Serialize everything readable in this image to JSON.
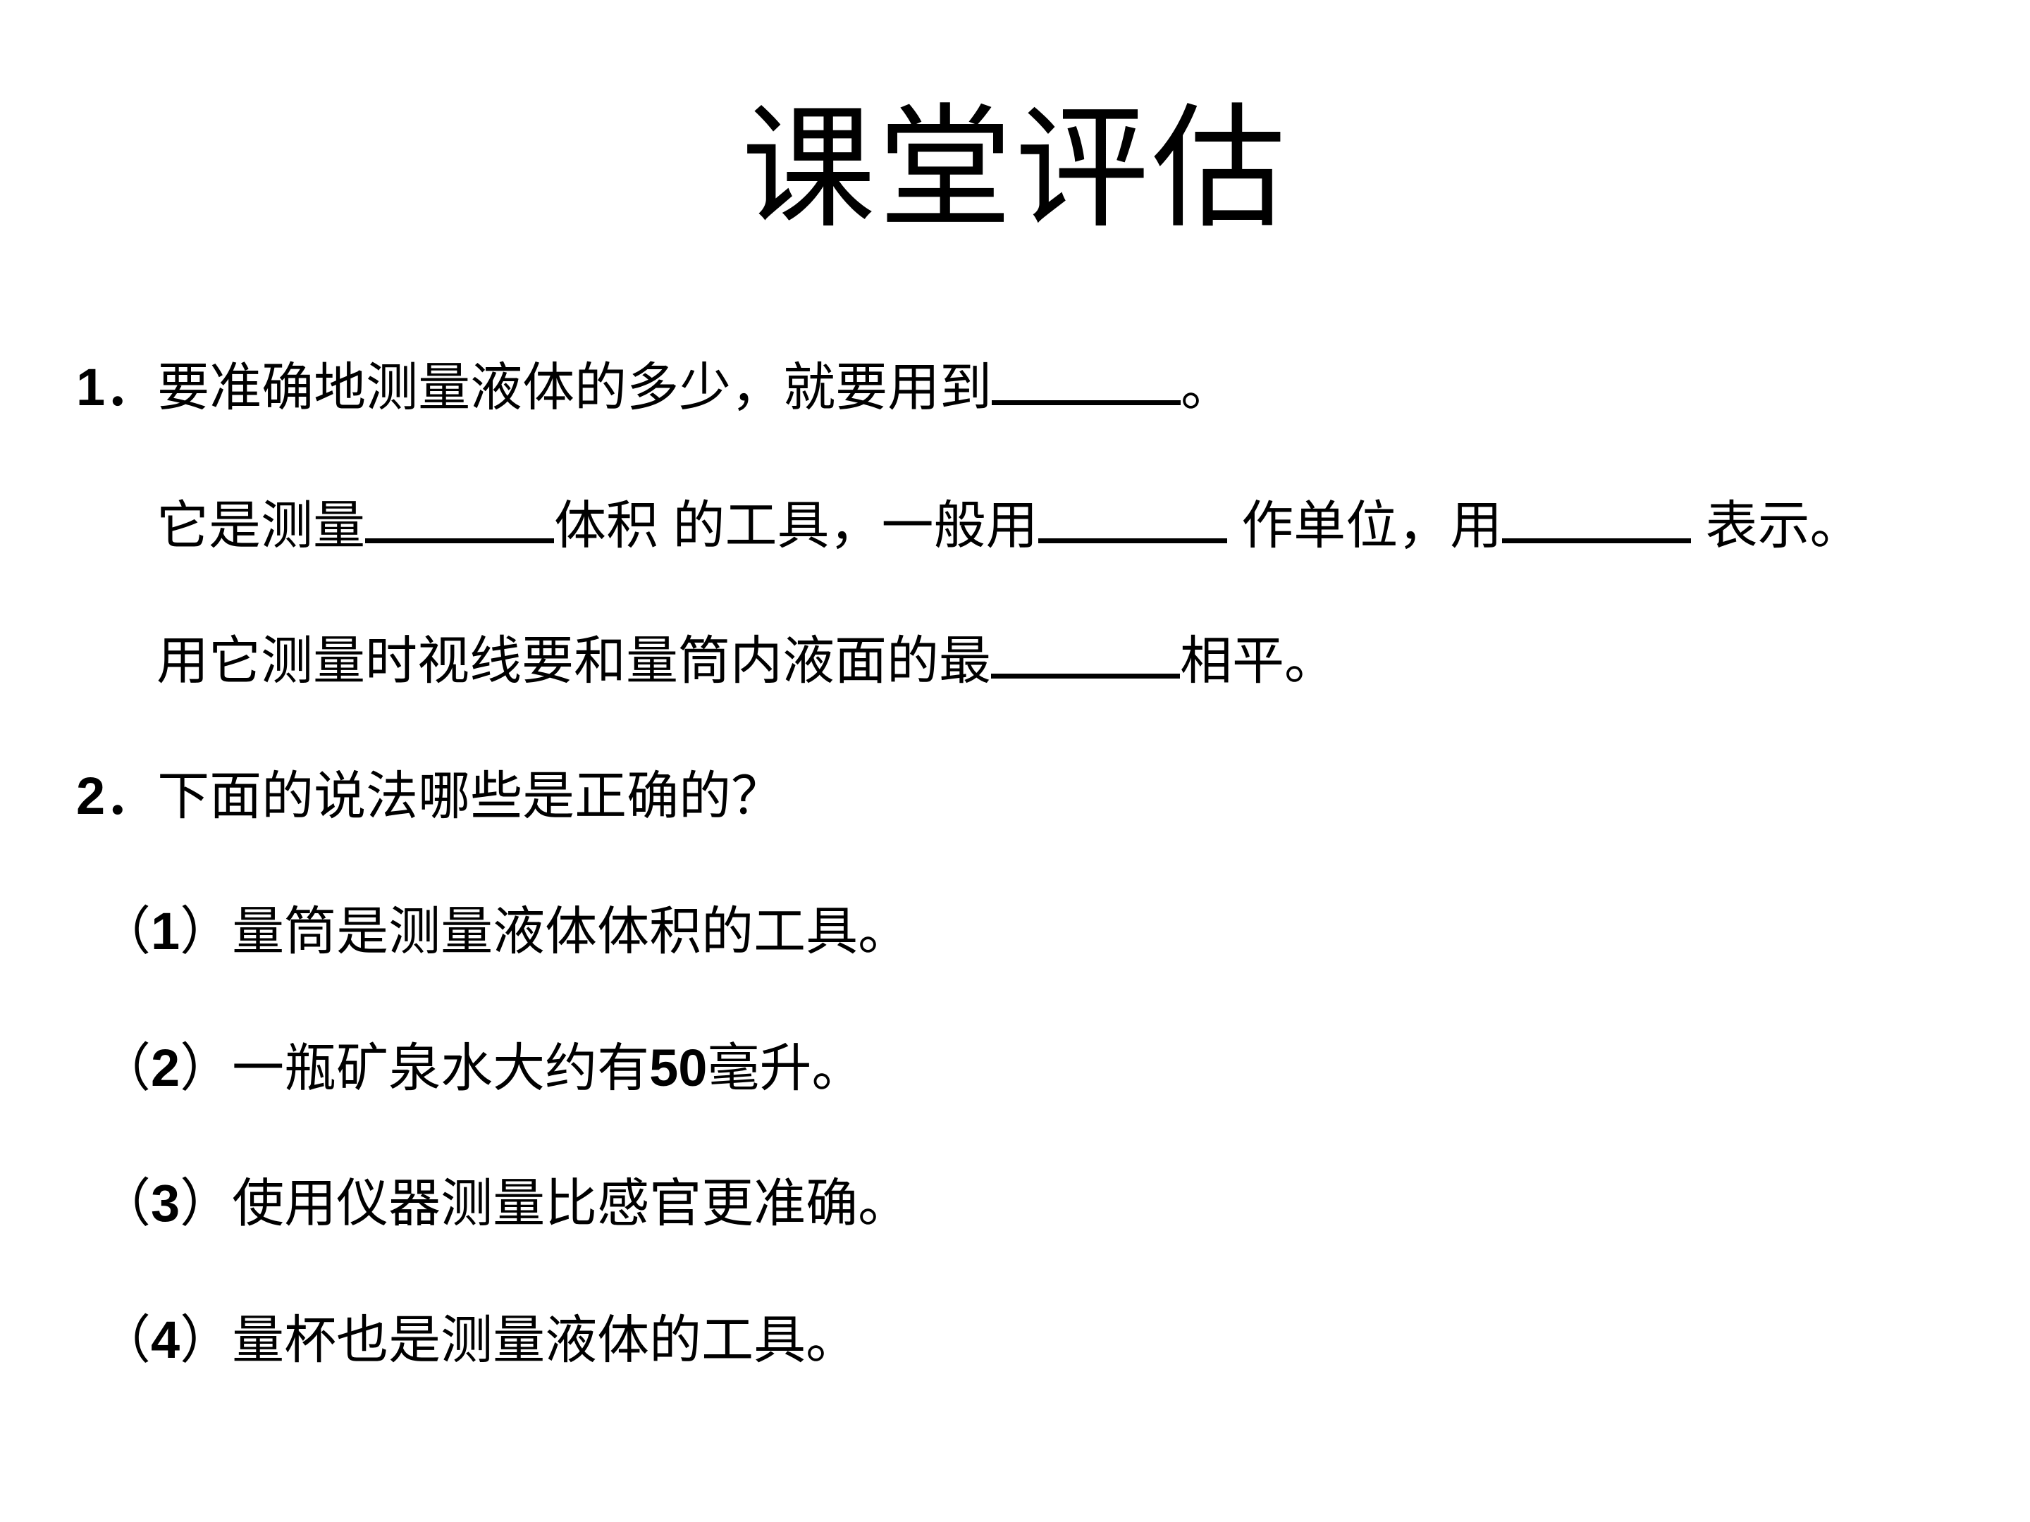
{
  "title": "课堂评估",
  "q1": {
    "number": "1．",
    "line1_text": "要准确地测量液体的多少，就要用到",
    "line1_end": "。",
    "line2_a": "它是测量",
    "line2_b": "体积 的工具，一般用",
    "line2_c": " 作单位，用",
    "line2_d": " 表示。",
    "line3_a": "用它测量时视线要和量筒内液面的最",
    "line3_b": "相平。"
  },
  "q2": {
    "number": "2．",
    "question": "下面的说法哪些是正确的？",
    "statements": [
      {
        "open": "（",
        "num": "1",
        "close": "）",
        "text": "量筒是测量液体体积的工具。"
      },
      {
        "open": "（",
        "num": "2",
        "close": "）",
        "text_a": "一瓶矿泉水大约有",
        "bold": "50",
        "text_b": "毫升。"
      },
      {
        "open": "（",
        "num": "3",
        "close": "）",
        "text": "使用仪器测量比感官更准确。"
      },
      {
        "open": "（",
        "num": "4",
        "close": "）",
        "text": "量杯也是测量液体的工具。"
      }
    ]
  }
}
